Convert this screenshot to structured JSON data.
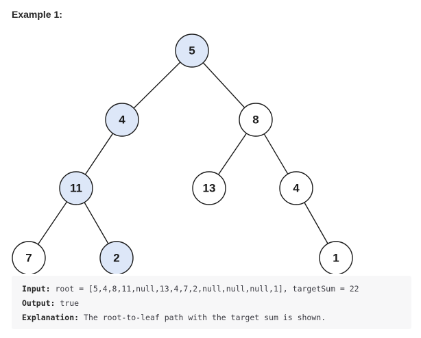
{
  "heading": "Example 1:",
  "tree": {
    "nodes": [
      {
        "id": "n5",
        "label": "5",
        "highlighted": true
      },
      {
        "id": "n4a",
        "label": "4",
        "highlighted": true
      },
      {
        "id": "n8",
        "label": "8",
        "highlighted": false
      },
      {
        "id": "n11",
        "label": "11",
        "highlighted": true
      },
      {
        "id": "n13",
        "label": "13",
        "highlighted": false
      },
      {
        "id": "n4b",
        "label": "4",
        "highlighted": false
      },
      {
        "id": "n7",
        "label": "7",
        "highlighted": false
      },
      {
        "id": "n2",
        "label": "2",
        "highlighted": true
      },
      {
        "id": "n1",
        "label": "1",
        "highlighted": false
      }
    ],
    "edges": [
      [
        "n5",
        "n4a"
      ],
      [
        "n5",
        "n8"
      ],
      [
        "n4a",
        "n11"
      ],
      [
        "n8",
        "n13"
      ],
      [
        "n8",
        "n4b"
      ],
      [
        "n11",
        "n7"
      ],
      [
        "n11",
        "n2"
      ],
      [
        "n4b",
        "n1"
      ]
    ],
    "colors": {
      "highlight_fill": "#dde7f8",
      "normal_fill": "#ffffff",
      "stroke": "#1a1a1a"
    }
  },
  "example": {
    "input_label": "Input:",
    "input_value": " root = [5,4,8,11,null,13,4,7,2,null,null,null,1], targetSum = 22",
    "output_label": "Output:",
    "output_value": " true",
    "explanation_label": "Explanation:",
    "explanation_value": " The root-to-leaf path with the target sum is shown."
  }
}
